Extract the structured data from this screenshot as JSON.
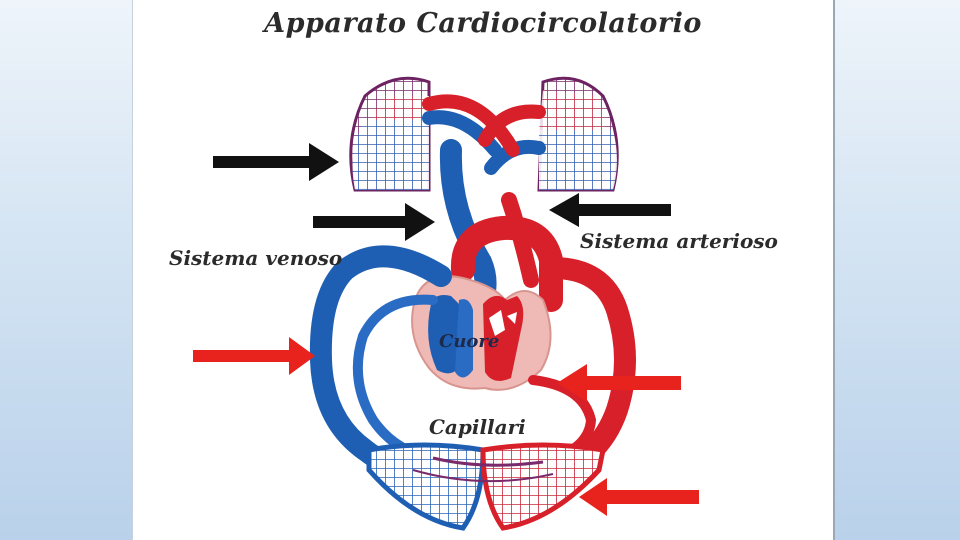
{
  "title": "Apparato  Cardiocircolatorio",
  "labels": {
    "venous_system": "Sistema venoso",
    "arterial_system": "Sistema arterioso",
    "heart": "Cuore",
    "capillaries": "Capillari"
  },
  "colors": {
    "venous_blue": "#1f5fb3",
    "arterial_red": "#d8202a",
    "pointer_black": "#111111",
    "pointer_red": "#e8231e",
    "pericardium_pink": "#efb9b5"
  }
}
